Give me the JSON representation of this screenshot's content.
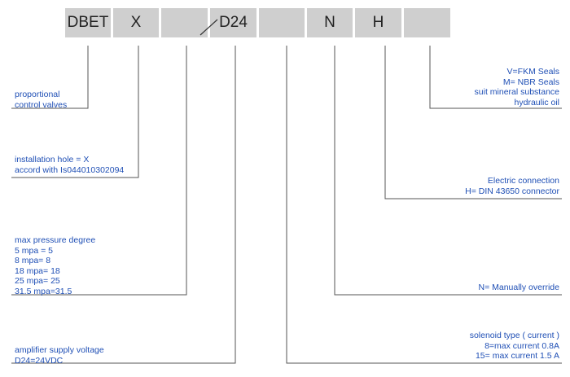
{
  "code_cells": [
    "DBET",
    "X",
    "",
    "D24",
    "",
    "N",
    "H",
    ""
  ],
  "slash_glyph": "/",
  "labels": {
    "proportional": [
      "proportional",
      "control valves"
    ],
    "installation": [
      "installation hole = X",
      "accord with Is044010302094"
    ],
    "pressure": [
      "max pressure degree",
      "5 mpa = 5",
      "8 mpa= 8",
      "18 mpa= 18",
      "25 mpa= 25",
      "31.5 mpa=31.5"
    ],
    "supply": [
      "amplifier supply voltage",
      "D24=24VDC"
    ],
    "seals": [
      "V=FKM Seals",
      "M= NBR Seals",
      "suit mineral substance",
      "hydraulic oil"
    ],
    "electric": [
      "Electric connection",
      "H= DIN 43650 connector"
    ],
    "override": [
      "N= Manually override"
    ],
    "solenoid": [
      "solenoid type ( current )",
      "8=max current 0.8A",
      "15= max current 1.5 A"
    ]
  },
  "colors": {
    "cell_bg": "#cfcfcf",
    "text_blue": "#1f4fb5",
    "line": "#555555"
  }
}
